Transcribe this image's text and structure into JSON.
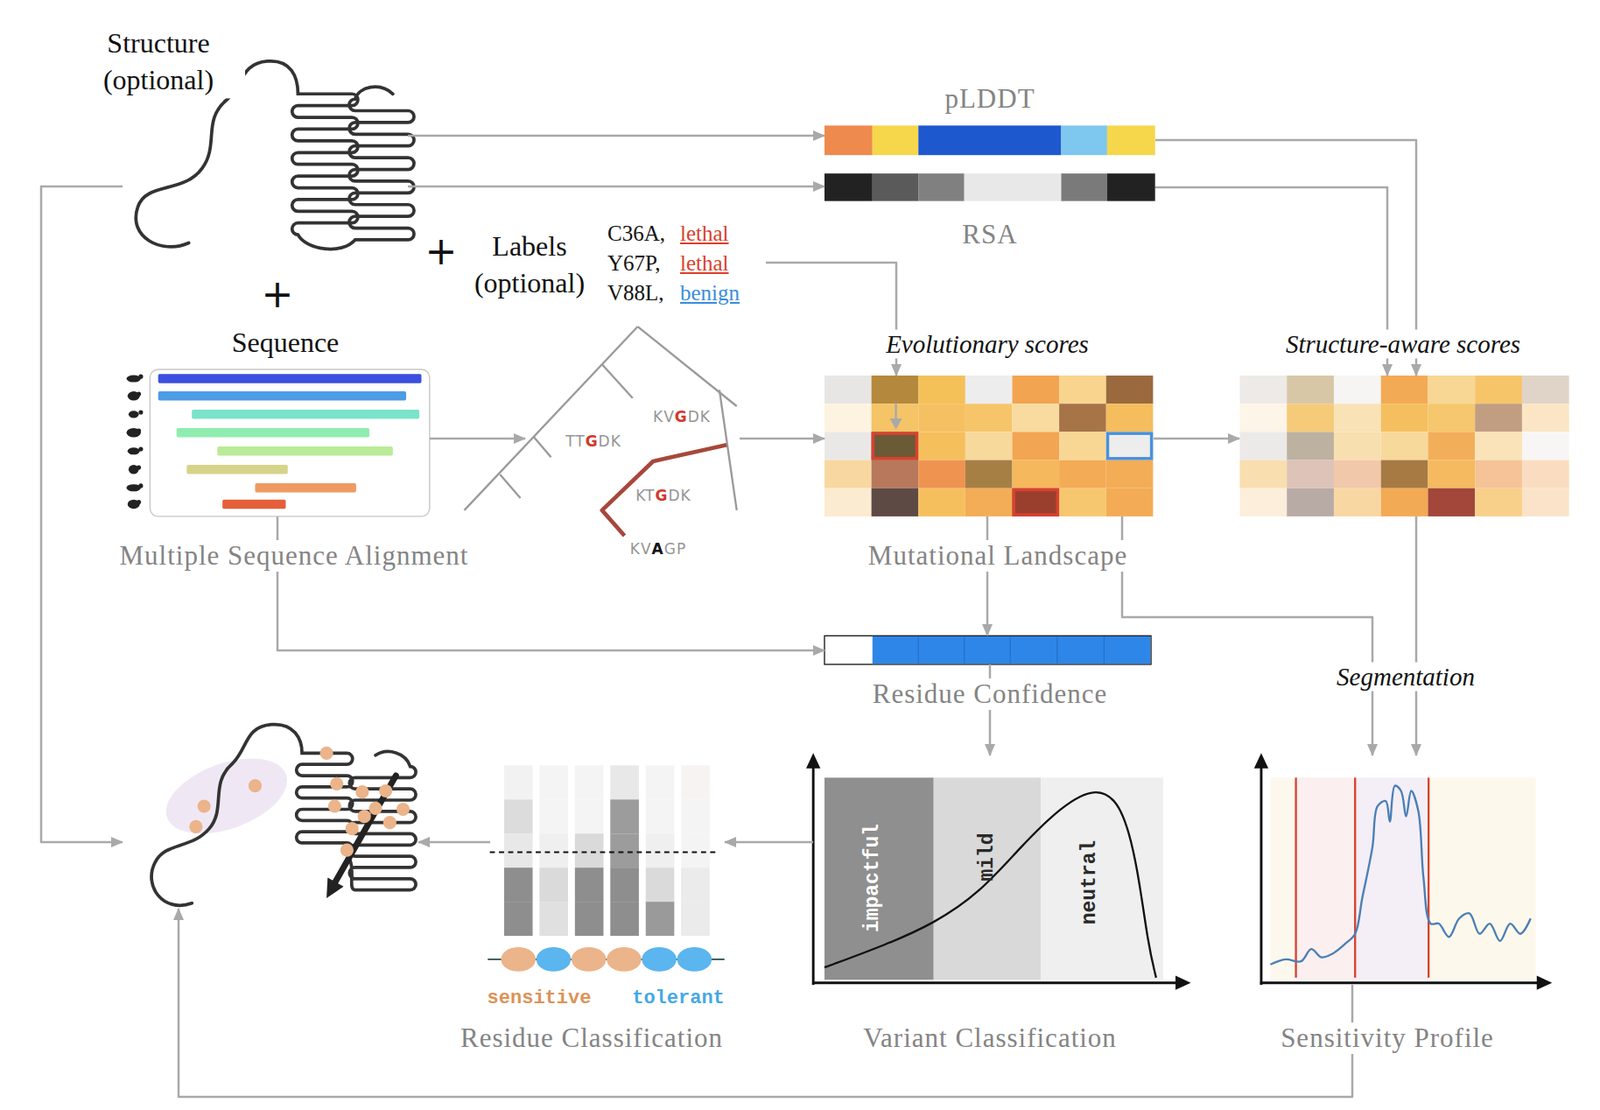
{
  "diagram": {
    "nodes": [
      {
        "text": [
          "Structure (optional)"
        ]
      },
      {
        "text": [
          "Labels (optional)",
          "C36A,",
          "lethal",
          "Y67P,",
          "lethal",
          "V88L,",
          "benign"
        ]
      },
      {
        "text": [
          "pLDDT"
        ]
      },
      {
        "text": [
          "RSA"
        ]
      },
      {
        "text": [
          "Sequence",
          "Multiple Sequence Alignment"
        ]
      },
      {
        "text": [
          "TTGDK",
          "KVGDK",
          "KTGDK",
          "KVAGP"
        ]
      },
      {
        "text": [
          "Evolutionary scores",
          "Mutational Landscape"
        ]
      },
      {
        "text": [
          "Structure-aware scores"
        ]
      },
      {
        "text": [
          "Residue Confidence"
        ]
      },
      {
        "text": []
      },
      {
        "text": [
          "sensitive",
          "tolerant",
          "Residue Classification"
        ]
      },
      {
        "text": [
          "impactful",
          "mild",
          "neutral",
          "Variant Classification"
        ]
      },
      {
        "text": [
          "Sensitivity Profile"
        ]
      }
    ],
    "edges": [
      {
        "from": 0,
        "to": 2,
        "arrow": "to"
      },
      {
        "from": 0,
        "to": 3,
        "arrow": "to"
      },
      {
        "from": 2,
        "to": 7,
        "arrow": "to"
      },
      {
        "from": 3,
        "to": 7,
        "arrow": "to"
      },
      {
        "from": 1,
        "to": 6,
        "arrow": "to"
      },
      {
        "from": 4,
        "to": 5,
        "arrow": "to"
      },
      {
        "from": 5,
        "to": 6,
        "arrow": "to"
      },
      {
        "from": 6,
        "to": 7,
        "arrow": "to"
      },
      {
        "from": 6,
        "to": 8,
        "arrow": "to"
      },
      {
        "from": 4,
        "to": 8,
        "arrow": "to"
      },
      {
        "from": 8,
        "to": 11,
        "arrow": "to"
      },
      {
        "from": 11,
        "to": 10,
        "arrow": "to"
      },
      {
        "from": 10,
        "to": 9,
        "arrow": "to"
      },
      {
        "from": 0,
        "to": 9,
        "arrow": "to"
      },
      {
        "from": 7,
        "to": 12,
        "arrow": "to"
      },
      {
        "from": 6,
        "to": 12,
        "arrow": "to"
      },
      {
        "from": 12,
        "to": 9,
        "arrow": "to"
      }
    ],
    "labels": [
      "+",
      "+",
      "Segmentation"
    ]
  }
}
